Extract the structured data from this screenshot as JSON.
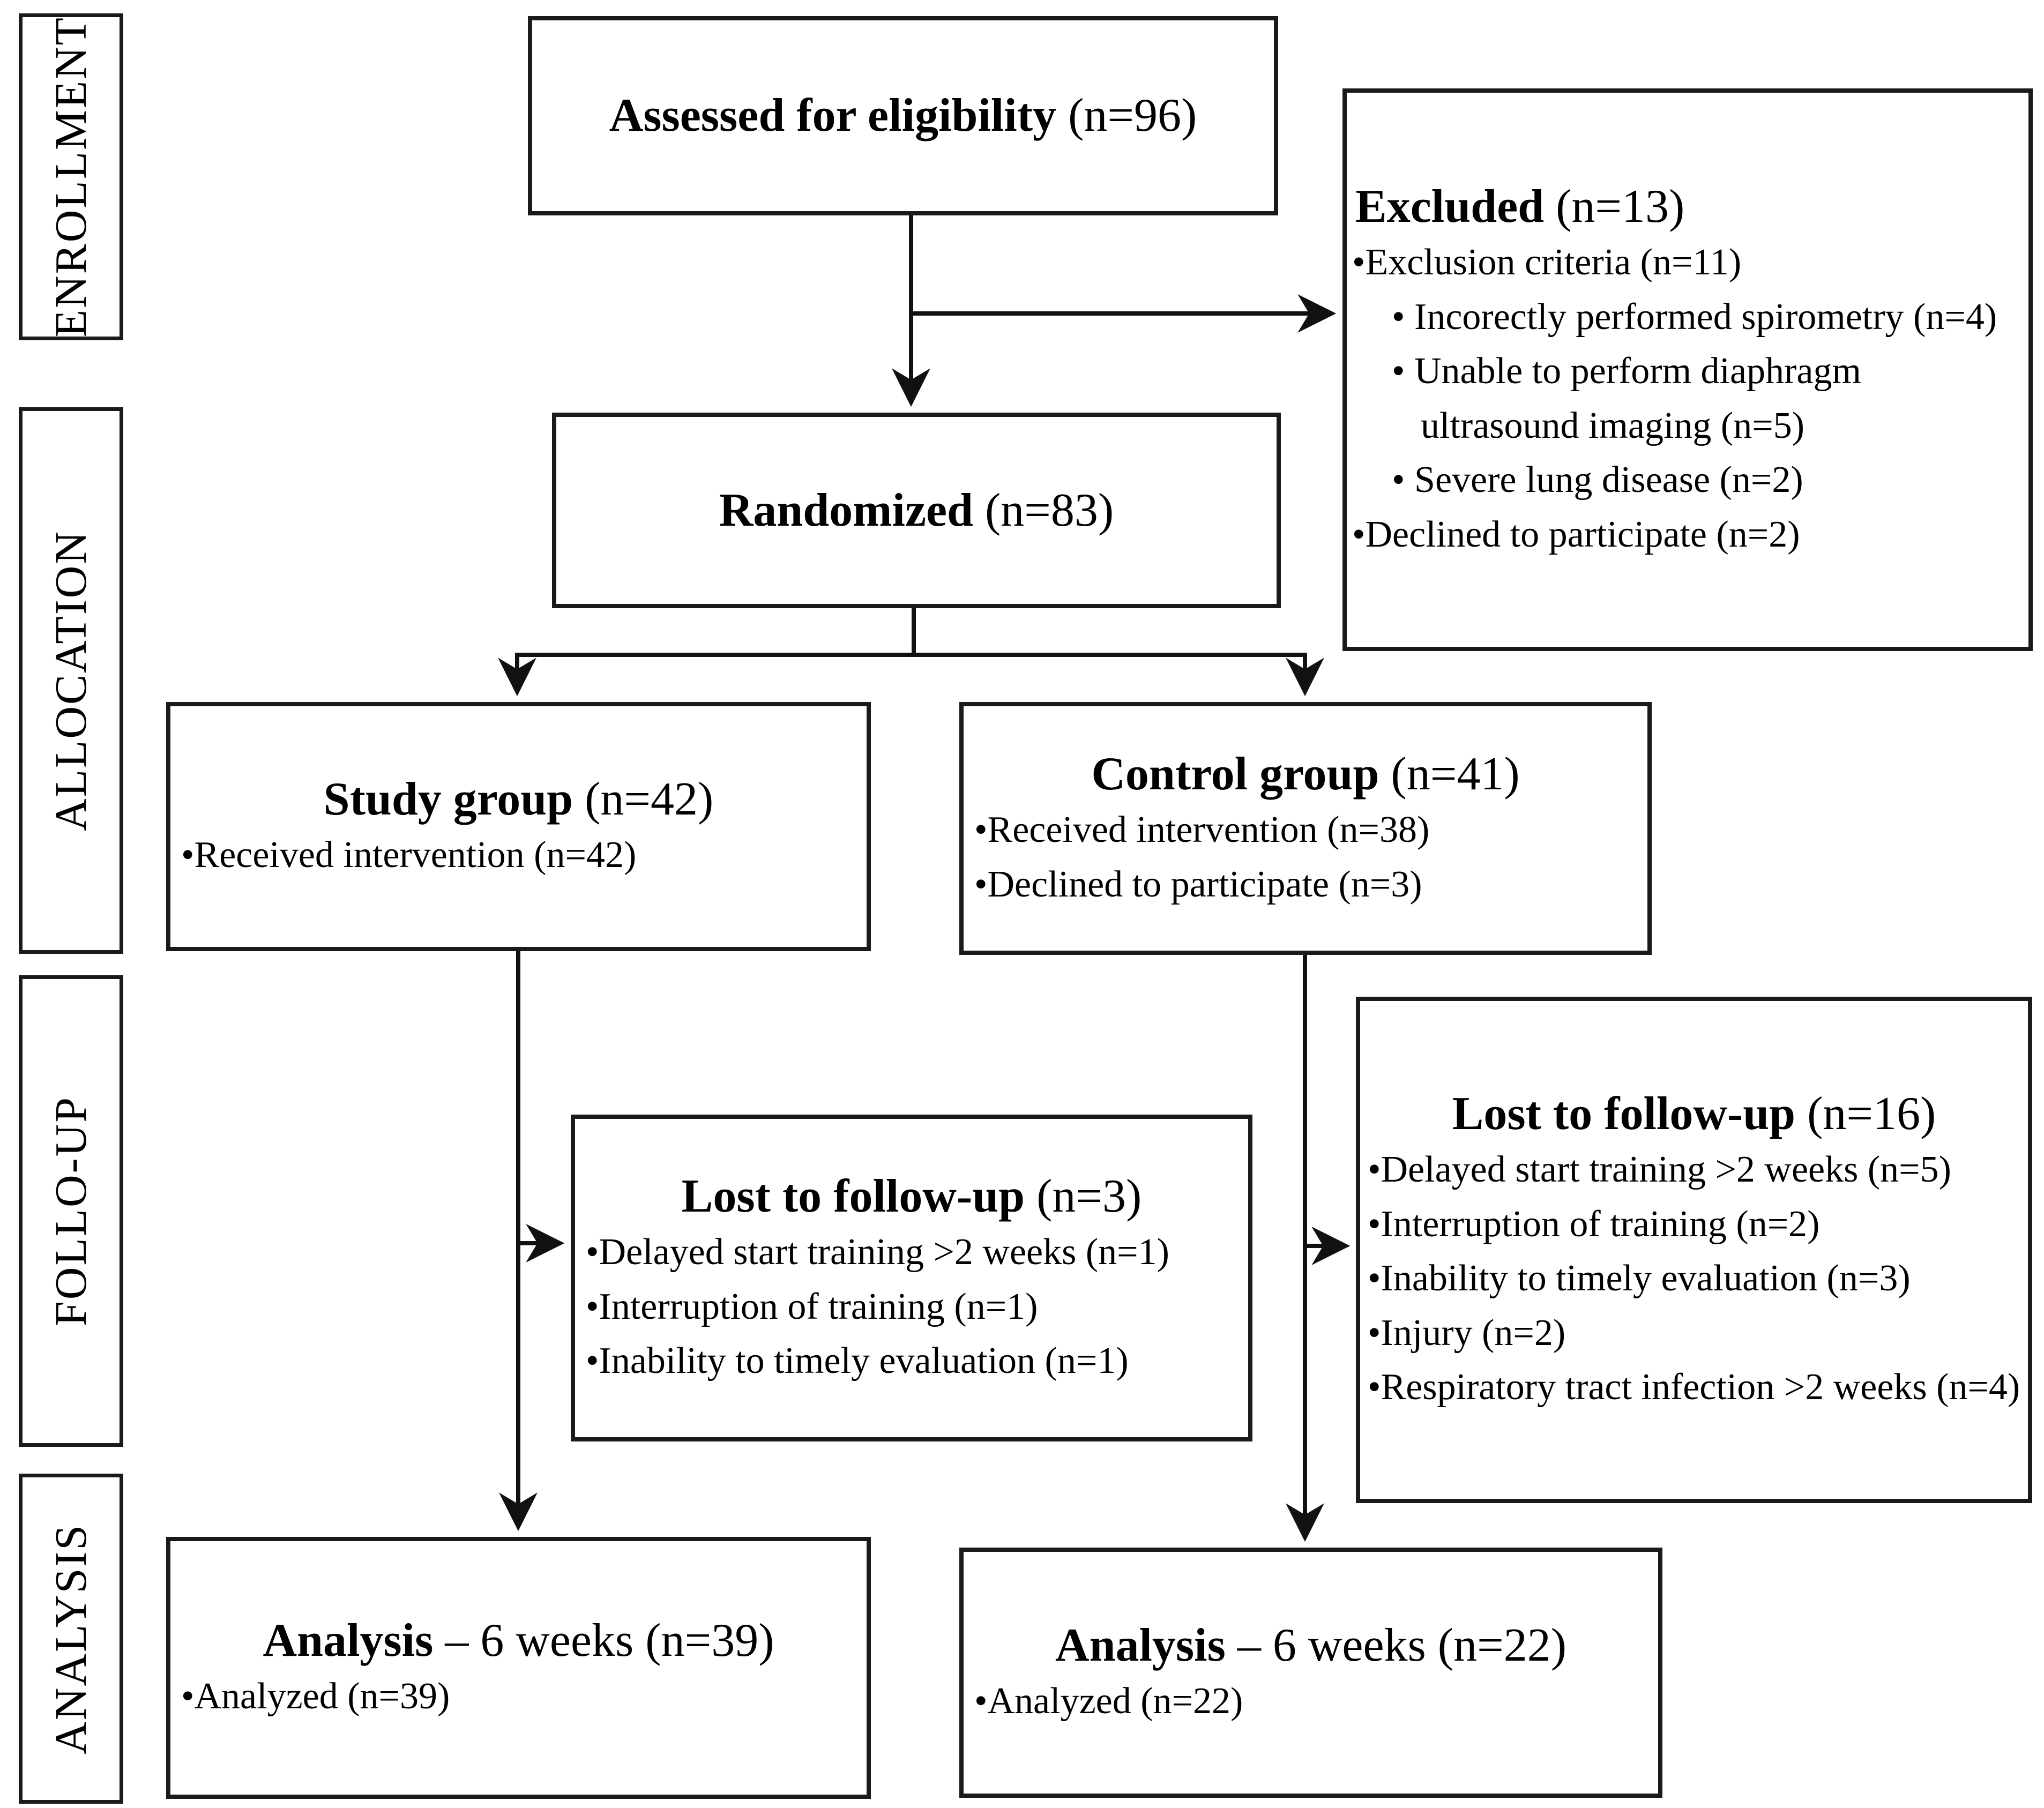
{
  "diagram": {
    "stage_labels": [
      "ENROLLMENT",
      "ALLOCATION",
      "FOLLO-UP",
      "ANALYSIS"
    ],
    "boxes": {
      "assessed": {
        "bold": "Assessed for eligibility",
        "rest": " (n=96)"
      },
      "excluded": {
        "bold": "Excluded",
        "rest": " (n=13)",
        "items": [
          {
            "text": "•Exclusion criteria (n=11)",
            "sub": false
          },
          {
            "text": "• Incorectly performed spirometry (n=4)",
            "sub": true
          },
          {
            "text": "• Unable to perform diaphragm ultrasound imaging (n=5)",
            "sub": true
          },
          {
            "text": "• Severe lung disease (n=2)",
            "sub": true
          },
          {
            "text": "•Declined to participate (n=2)",
            "sub": false
          }
        ]
      },
      "randomized": {
        "bold": "Randomized",
        "rest": " (n=83)"
      },
      "study": {
        "bold": "Study group",
        "rest": " (n=42)",
        "items": [
          {
            "text": "•Received intervention (n=42)"
          }
        ]
      },
      "control": {
        "bold": "Control group",
        "rest": " (n=41)",
        "items": [
          {
            "text": "•Received intervention (n=38)"
          },
          {
            "text": "•Declined to participate (n=3)"
          }
        ]
      },
      "lost_study": {
        "bold": "Lost to follow-up",
        "rest": " (n=3)",
        "items": [
          {
            "text": "•Delayed start training >2 weeks (n=1)"
          },
          {
            "text": "•Interruption of training (n=1)"
          },
          {
            "text": "•Inability to timely evaluation (n=1)"
          }
        ]
      },
      "lost_control": {
        "bold": "Lost to follow-up",
        "rest": " (n=16)",
        "items": [
          {
            "text": "•Delayed start training >2 weeks (n=5)"
          },
          {
            "text": "•Interruption of training (n=2)"
          },
          {
            "text": "•Inability to timely evaluation (n=3)"
          },
          {
            "text": "•Injury (n=2)"
          },
          {
            "text": "•Respiratory tract infection >2 weeks (n=4)"
          }
        ]
      },
      "analysis_study": {
        "bold": "Analysis",
        "rest": " – 6 weeks (n=39)",
        "items": [
          {
            "text": "•Analyzed (n=39)"
          }
        ]
      },
      "analysis_control": {
        "bold": "Analysis",
        "rest": " – 6 weeks (n=22)",
        "items": [
          {
            "text": "•Analyzed (n=22)"
          }
        ]
      }
    },
    "colors": {
      "background": "#ffffff",
      "border": "#1a1a1a",
      "line": "#111111",
      "text": "#000000"
    }
  }
}
